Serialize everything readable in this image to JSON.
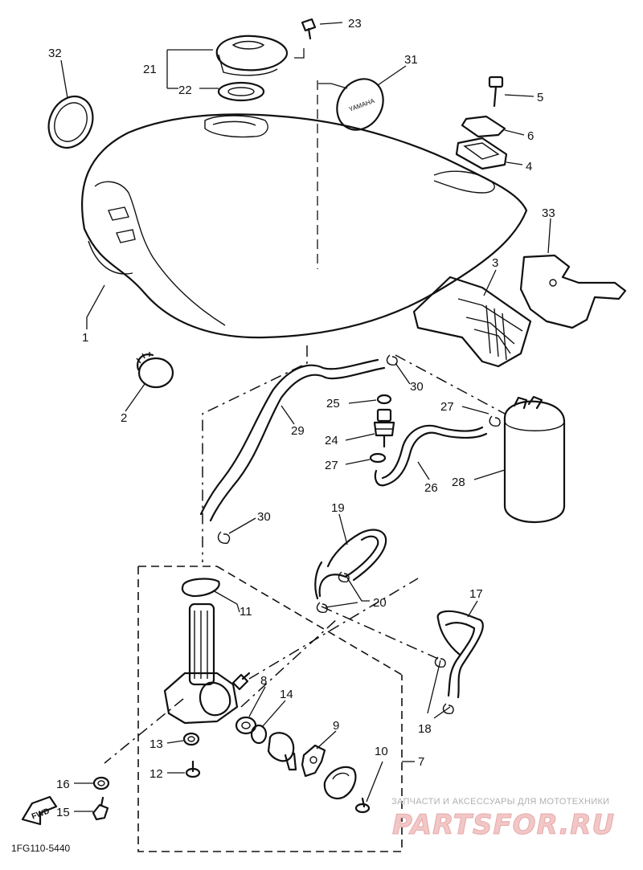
{
  "diagram": {
    "diagram_code": "1FG110-5440",
    "fwd_label": "FWD",
    "tank_emblem_text": "YAMAHA",
    "callouts": {
      "c1": "1",
      "c2": "2",
      "c3": "3",
      "c4": "4",
      "c5": "5",
      "c6": "6",
      "c7": "7",
      "c8": "8",
      "c9": "9",
      "c10": "10",
      "c11": "11",
      "c12": "12",
      "c13": "13",
      "c14": "14",
      "c15": "15",
      "c16": "16",
      "c17": "17",
      "c18": "18",
      "c19": "19",
      "c20": "20",
      "c21": "21",
      "c22": "22",
      "c23": "23",
      "c24": "24",
      "c25": "25",
      "c26": "26",
      "c27a": "27",
      "c27b": "27",
      "c28": "28",
      "c29": "29",
      "c30a": "30",
      "c30b": "30",
      "c31": "31",
      "c32": "32",
      "c33": "33"
    }
  },
  "watermark": {
    "caption": "ЗАПЧАСТИ И АКСЕССУАРЫ ДЛЯ МОТОТЕХНИКИ",
    "logo": "PARTSFOR.RU"
  }
}
